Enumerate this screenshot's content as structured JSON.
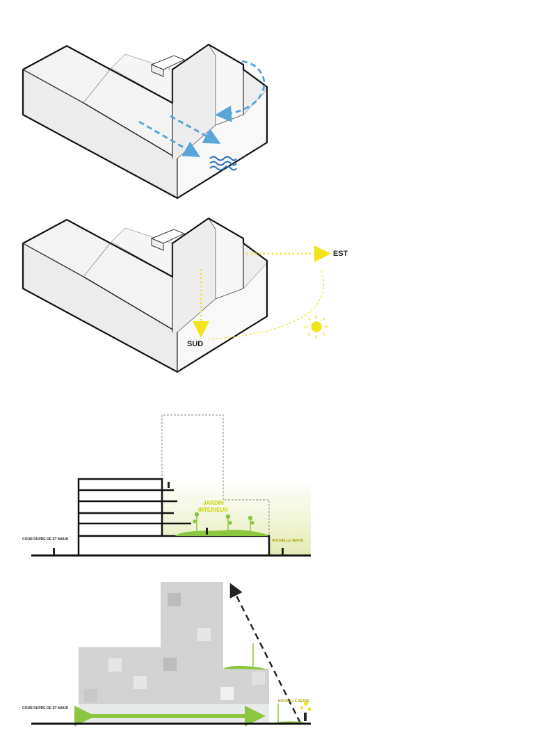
{
  "diagram_wind": {
    "wave_icon": "water-waves-icon"
  },
  "diagram_sun": {
    "east_label": "EST",
    "south_label": "SUD",
    "sun_icon": "sun-icon"
  },
  "section": {
    "garden_label_line1": "JARDIN",
    "garden_label_line2": "INTERIEUR",
    "left_label": "COUR DUPRE DE ST MAUR",
    "right_label": "NOUVELLE SENTE"
  },
  "elevation": {
    "left_label": "COUR DUPRE DE ST MAUR",
    "right_label": "NOUVELLE SENTE"
  },
  "colors": {
    "wind": "#5aa6d8",
    "sun": "#f2e41c",
    "green": "#8cc63f",
    "garden_text": "#c8d400"
  }
}
